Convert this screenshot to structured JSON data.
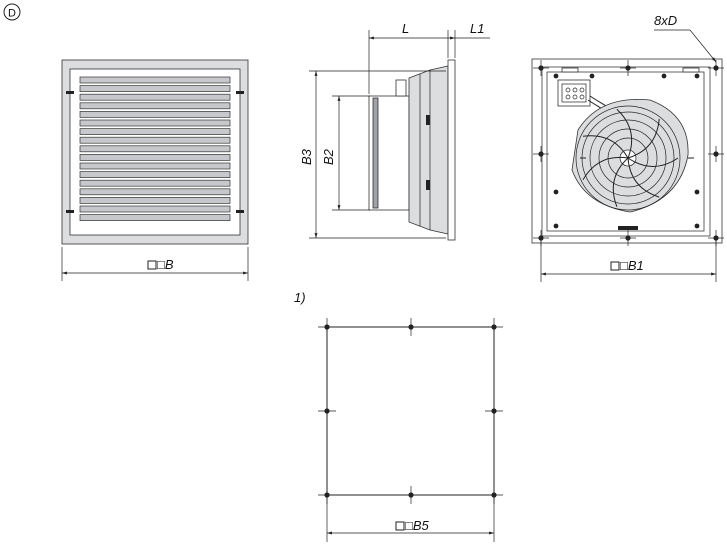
{
  "variant_mark": "D",
  "dimensions": {
    "B": "□B",
    "B1": "□B1",
    "B2": "B2",
    "B3": "B3",
    "B5": "□B5",
    "L": "L",
    "L1": "L1",
    "D": "8xD"
  },
  "footnote_marker": "1)",
  "colors": {
    "line": "#222222",
    "panel_gray": "#dcdddf",
    "slat_gray": "#c6c8cb",
    "dark_gray": "#9fa2a6"
  }
}
